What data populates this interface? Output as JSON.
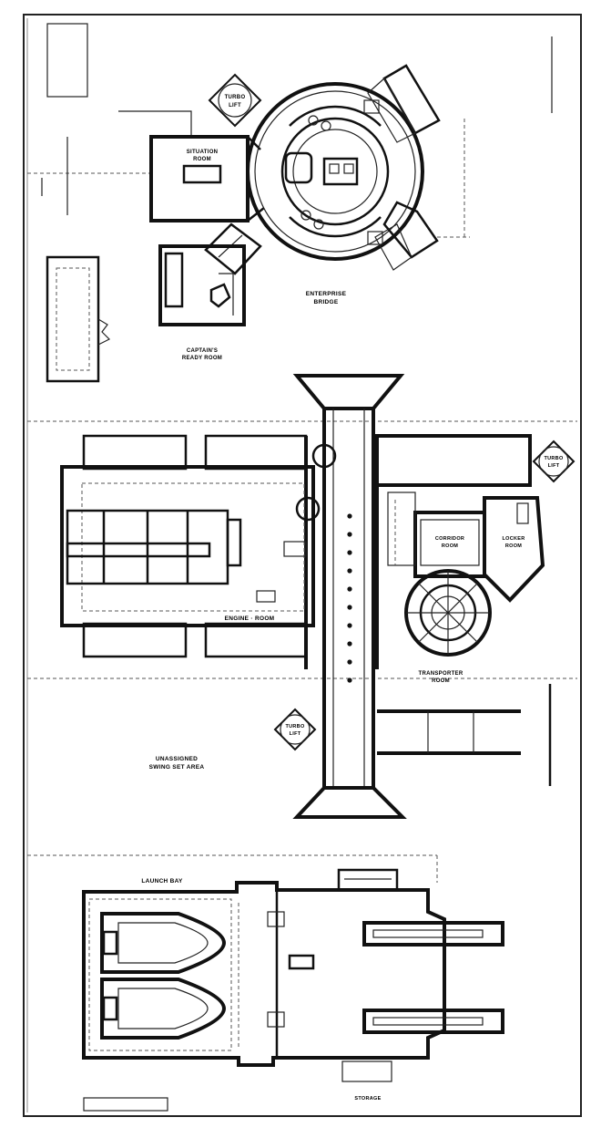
{
  "labels": {
    "turbolift_top": [
      "TURBO",
      "LIFT"
    ],
    "situation_room": [
      "SITUATION",
      "ROOM"
    ],
    "bridge": [
      "ENTERPRISE",
      "BRIDGE"
    ],
    "ready_room": [
      "CAPTAIN'S",
      "READY ROOM"
    ],
    "turbolift_right": [
      "TURBO",
      "LIFT"
    ],
    "corridor_room_left": [
      "CORRIDOR",
      "ROOM"
    ],
    "corridor_room_right": [
      "LOCKER",
      "ROOM"
    ],
    "engine_room": "ENGINE · ROOM",
    "transporter": [
      "TRANSPORTER",
      "ROOM"
    ],
    "turbolift_bottom": [
      "TURBO",
      "LIFT"
    ],
    "unassigned": [
      "UNASSIGNED",
      "SWING SET AREA"
    ],
    "launch_bay": "LAUNCH BAY",
    "bottom_note": "STORAGE"
  }
}
